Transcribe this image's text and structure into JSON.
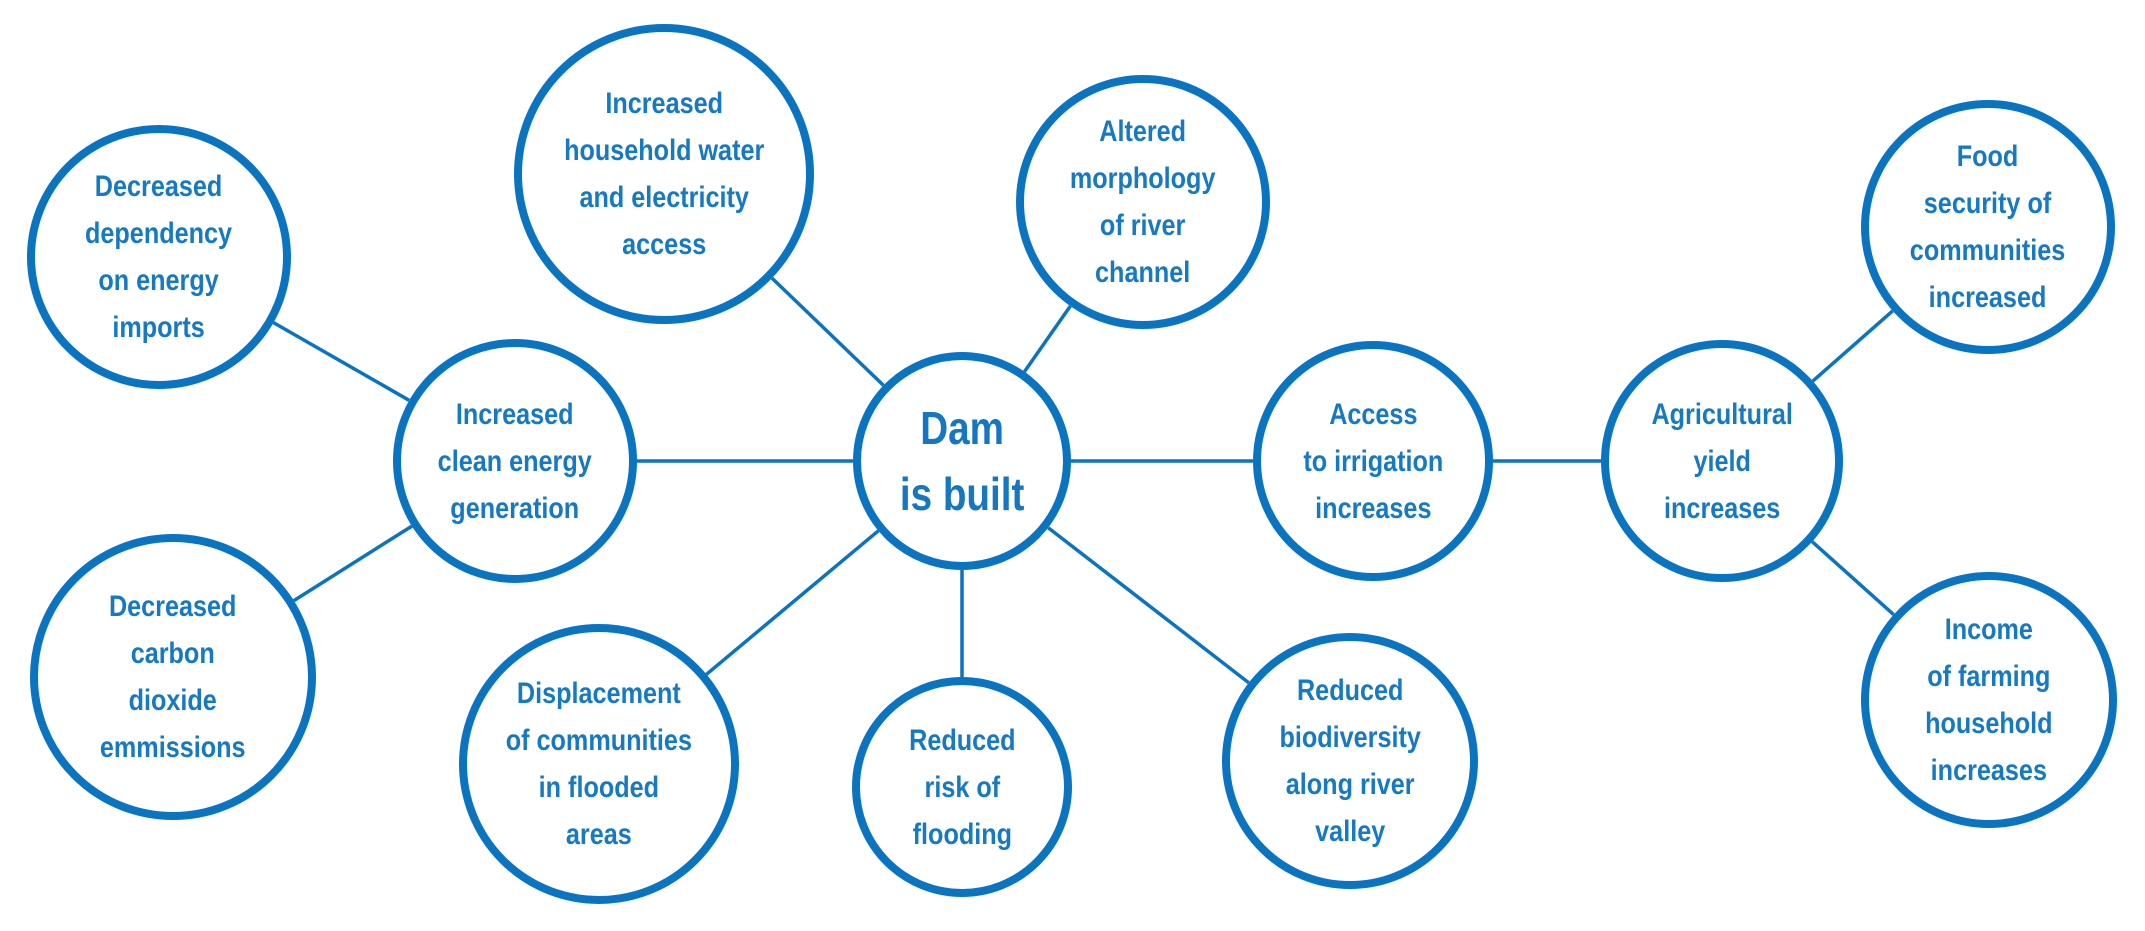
{
  "colors": {
    "stroke": "#0B74C1",
    "text": "#1579C4",
    "background": "#FFFFFF"
  },
  "nodes": [
    {
      "id": "dam",
      "label": "Dam\nis built"
    },
    {
      "id": "clean-energy",
      "label": "Increased\nclean energy\ngeneration"
    },
    {
      "id": "energy-imports",
      "label": "Decreased\ndependency\non energy\nimports"
    },
    {
      "id": "carbon",
      "label": "Decreased\ncarbon\ndioxide\nemmissions"
    },
    {
      "id": "household-water",
      "label": "Increased\nhousehold water\nand electricity\naccess"
    },
    {
      "id": "morphology",
      "label": "Altered\nmorphology\nof river\nchannel"
    },
    {
      "id": "displacement",
      "label": "Displacement\nof communities\nin flooded\nareas"
    },
    {
      "id": "flooding",
      "label": "Reduced\nrisk of\nflooding"
    },
    {
      "id": "biodiversity",
      "label": "Reduced\nbiodiversity\nalong river\nvalley"
    },
    {
      "id": "irrigation",
      "label": "Access\nto irrigation\nincreases"
    },
    {
      "id": "yield",
      "label": "Agricultural\nyield\nincreases"
    },
    {
      "id": "food-security",
      "label": "Food\nsecurity of\ncommunities\nincreased"
    },
    {
      "id": "farm-income",
      "label": "Income\nof farming\nhousehold\nincreases"
    }
  ],
  "edges": [
    {
      "from": "dam",
      "to": "clean-energy"
    },
    {
      "from": "dam",
      "to": "household-water"
    },
    {
      "from": "dam",
      "to": "morphology"
    },
    {
      "from": "dam",
      "to": "displacement"
    },
    {
      "from": "dam",
      "to": "flooding"
    },
    {
      "from": "dam",
      "to": "biodiversity"
    },
    {
      "from": "dam",
      "to": "irrigation"
    },
    {
      "from": "clean-energy",
      "to": "energy-imports"
    },
    {
      "from": "clean-energy",
      "to": "carbon"
    },
    {
      "from": "irrigation",
      "to": "yield"
    },
    {
      "from": "yield",
      "to": "food-security"
    },
    {
      "from": "yield",
      "to": "farm-income"
    }
  ]
}
